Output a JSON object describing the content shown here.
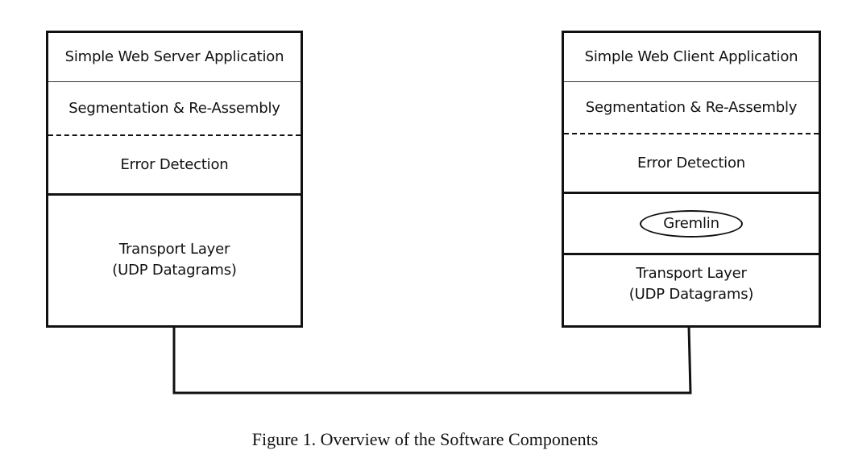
{
  "server": {
    "application": "Simple Web Server Application",
    "segmentation": "Segmentation & Re-Assembly",
    "error_detection": "Error Detection",
    "transport_line1": "Transport Layer",
    "transport_line2": "(UDP Datagrams)"
  },
  "client": {
    "application": "Simple Web Client Application",
    "segmentation": "Segmentation & Re-Assembly",
    "error_detection": "Error Detection",
    "gremlin": "Gremlin",
    "transport_line1": "Transport Layer",
    "transport_line2": "(UDP Datagrams)"
  },
  "caption": "Figure 1. Overview of the Software Components"
}
